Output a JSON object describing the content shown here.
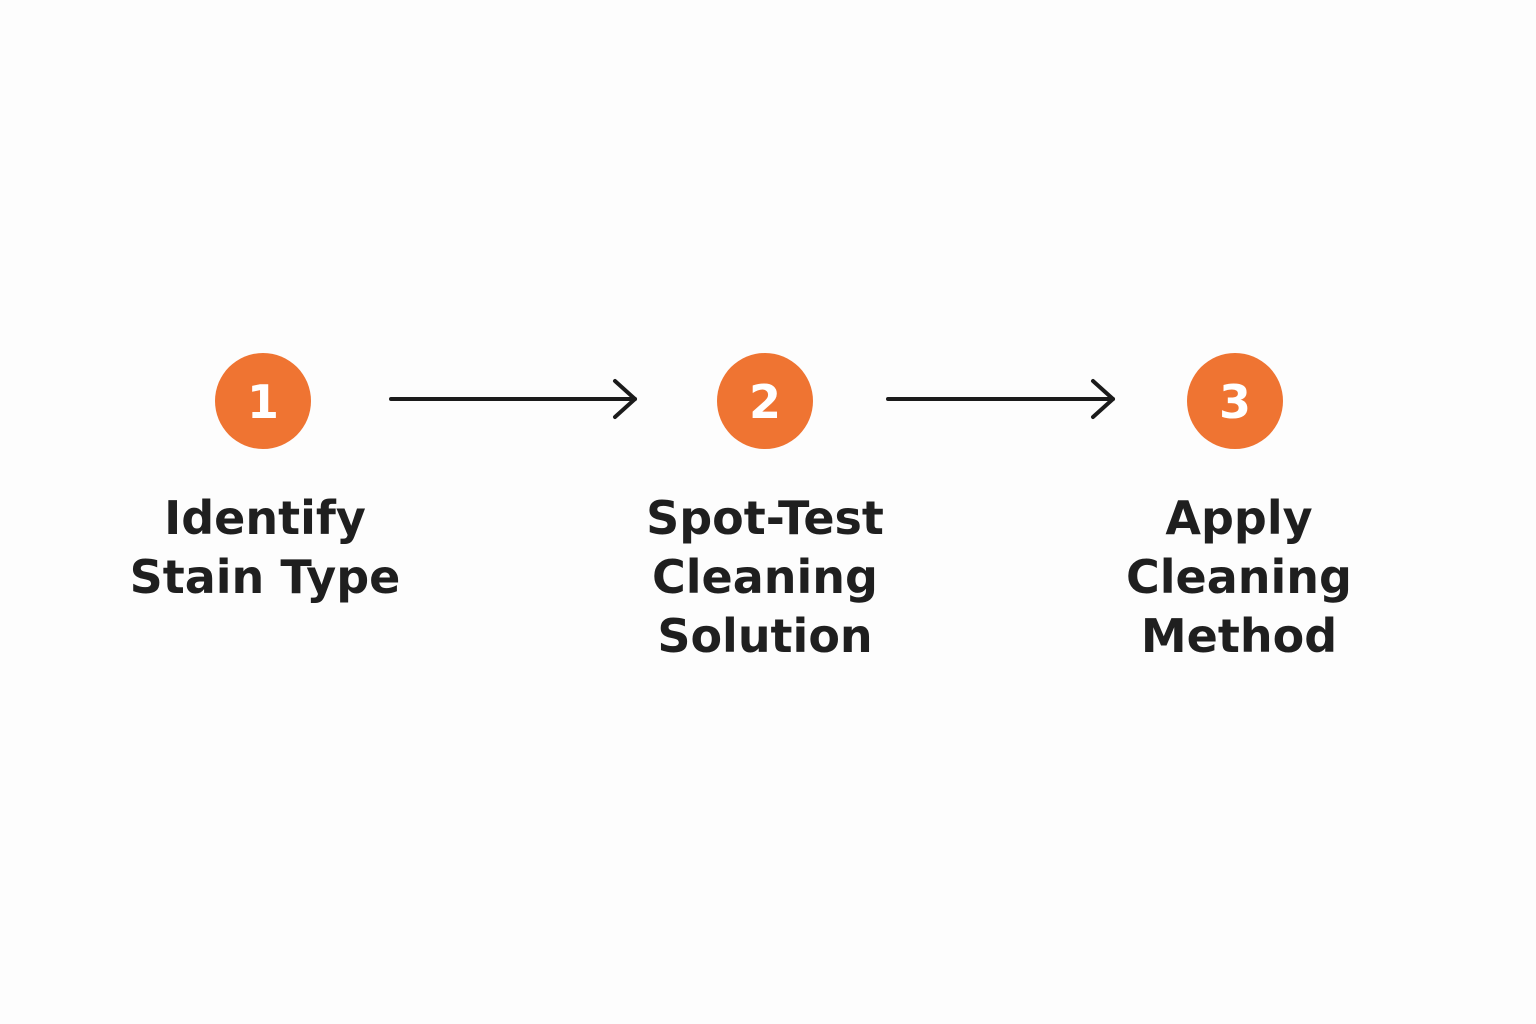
{
  "colors": {
    "background": "#fdfdfd",
    "accent": "#ef7432",
    "text": "#1f1f1f",
    "arrow": "#1b1b1b"
  },
  "steps": [
    {
      "number": "1",
      "label_lines": [
        "Identify",
        "Stain Type"
      ]
    },
    {
      "number": "2",
      "label_lines": [
        "Spot-Test",
        "Cleaning",
        "Solution"
      ]
    },
    {
      "number": "3",
      "label_lines": [
        "Apply",
        "Cleaning",
        "Method"
      ]
    }
  ],
  "connectors": [
    {
      "from": "1",
      "to": "2",
      "icon": "arrow-right-icon"
    },
    {
      "from": "2",
      "to": "3",
      "icon": "arrow-right-icon"
    }
  ]
}
